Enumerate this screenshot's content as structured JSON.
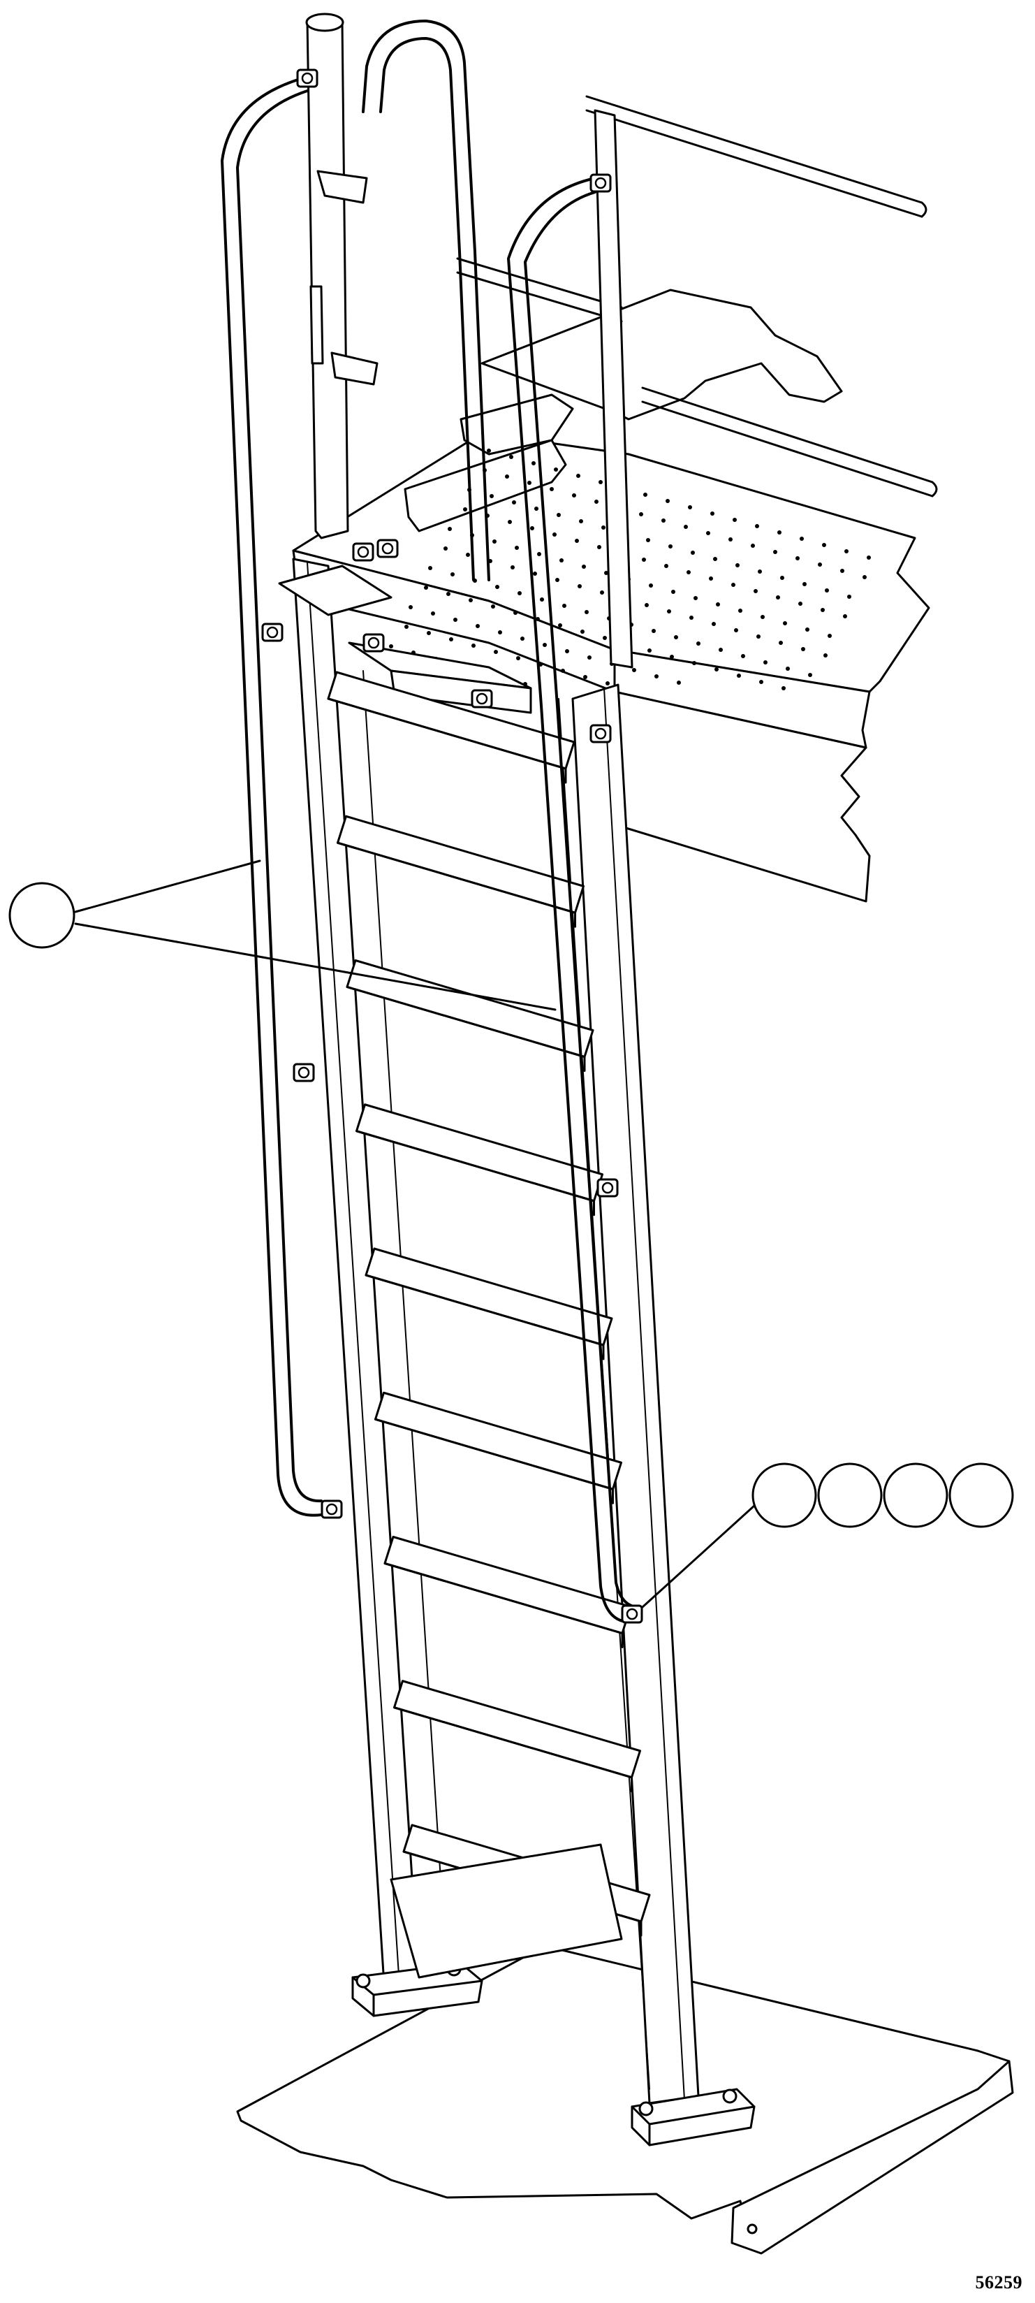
{
  "figure": {
    "drawing_reference": "56259",
    "callout_group_left": {
      "count": 1,
      "labels": [
        ""
      ]
    },
    "callout_group_right": {
      "count": 4,
      "labels": [
        "",
        "",
        "",
        ""
      ]
    }
  },
  "colors": {
    "ink": "#000000",
    "background": "#ffffff"
  }
}
